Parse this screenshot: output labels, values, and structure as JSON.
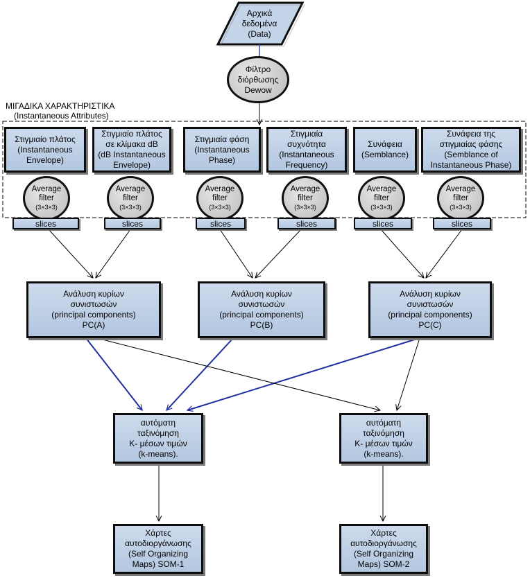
{
  "start_node": {
    "text": "Αρχικά\nδεδομένα\n(Data)"
  },
  "filter_node": {
    "text": "Φίλτρο\nδιόρθωσης\nDewow"
  },
  "attributes_group": {
    "title": "ΜΙΓΑΔΙΚΑ ΧΑΡΑΚΤΗΡΙΣΤΙΚΑ",
    "subtitle": "(Instantaneous Attributes)"
  },
  "attributes": [
    {
      "text": "Στιγμιαίο πλάτος\n(Instantaneous\nEnvelope)"
    },
    {
      "text": "Στιγμιαίο πλάτος\nσε κλίμακα dB\n(dB Instantaneous\nEnvelope)"
    },
    {
      "text": "Στιγμιαία φάση\n(Instantaneous\nPhase)"
    },
    {
      "text": "Στιγμιαία\nσυχνότητα\n(Instantaneous\nFrequency)"
    },
    {
      "text": "Συνάφεια\n(Semblance)"
    },
    {
      "text": "Συνάφεια της\nστιγμιαίας φάσης\n(Semblance of\nInstantaneous Phase)"
    }
  ],
  "average_filter": {
    "text": "Average\nfilter",
    "kernel": "(3×3×3)"
  },
  "slices_label": "slices",
  "pca_nodes": [
    {
      "text": "Ανάλυση κυρίων\nσυνιστωσών\n(principal components)\nPC(A)"
    },
    {
      "text": "Ανάλυση κυρίων\nσυνιστωσών\n(principal components)\nPC(B)"
    },
    {
      "text": "Ανάλυση κυρίων\nσυνιστωσών\n(principal components)\nPC(C)"
    }
  ],
  "kmeans_nodes": [
    {
      "text": "αυτόματη\nταξινόμηση\nK- μέσων τιμών\n(k-means)."
    },
    {
      "text": "αυτόματη\nταξινόμηση\nK- μέσων τιμών\n(k-means)."
    }
  ],
  "som_nodes": [
    {
      "text": "Χάρτες\nαυτοδιοργάνωσης\n(Self Organizing\nMaps) SOM-1"
    },
    {
      "text": "Χάρτες\nαυτοδιοργάνωσης\n(Self Organizing\nMaps) SOM-2"
    }
  ],
  "colors": {
    "box_fill": "#c3d3e8",
    "blue_arrow": "#1f2fa0",
    "black_arrow": "#000000"
  }
}
